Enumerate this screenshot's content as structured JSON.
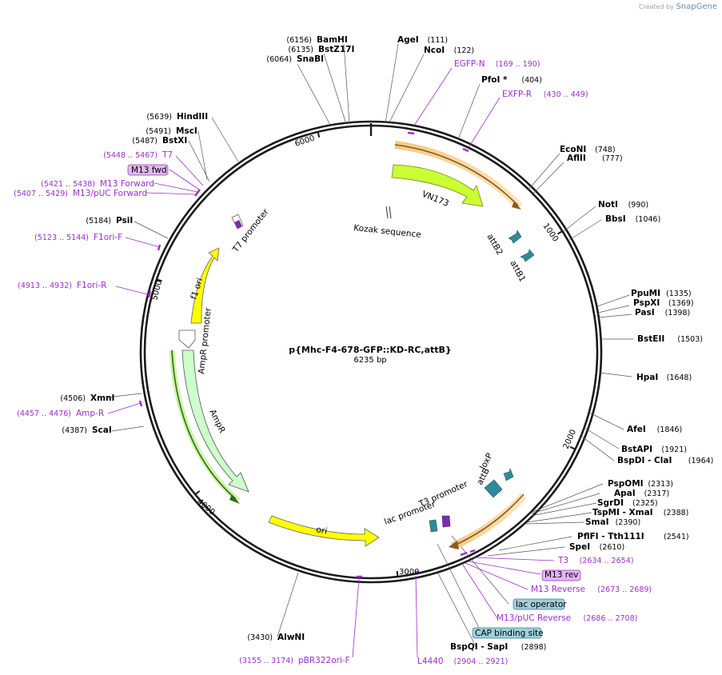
{
  "brand": {
    "created_by": "Created by",
    "app": "SnapGene"
  },
  "plasmid": {
    "name": "p{Mhc-F4-678-GFP::KD-RC,attB}",
    "length": "6235 bp"
  },
  "ticks": [
    "1000",
    "2000",
    "3000",
    "4000",
    "5000",
    "6000"
  ],
  "enzymes": [
    {
      "name": "BamHI",
      "pos": "(6156)",
      "side": "L"
    },
    {
      "name": "BstZ17I",
      "pos": "(6135)",
      "side": "L"
    },
    {
      "name": "SnaBI",
      "pos": "(6064)",
      "side": "L"
    },
    {
      "name": "AgeI",
      "pos": "(111)",
      "side": "R"
    },
    {
      "name": "NcoI",
      "pos": "(122)",
      "side": "R"
    },
    {
      "name": "PfoI *",
      "pos": "(404)",
      "side": "R"
    },
    {
      "name": "EcoNI",
      "pos": "(748)",
      "side": "R"
    },
    {
      "name": "AflII",
      "pos": "(777)",
      "side": "R"
    },
    {
      "name": "NotI",
      "pos": "(990)",
      "side": "R"
    },
    {
      "name": "BbsI",
      "pos": "(1046)",
      "side": "R"
    },
    {
      "name": "PpuMI",
      "pos": "(1335)",
      "side": "R"
    },
    {
      "name": "PspXI",
      "pos": "(1369)",
      "side": "R"
    },
    {
      "name": "PasI",
      "pos": "(1398)",
      "side": "R"
    },
    {
      "name": "BstEII",
      "pos": "(1503)",
      "side": "R"
    },
    {
      "name": "HpaI",
      "pos": "(1648)",
      "side": "R"
    },
    {
      "name": "AfeI",
      "pos": "(1846)",
      "side": "R"
    },
    {
      "name": "BstAPI",
      "pos": "(1921)",
      "side": "R"
    },
    {
      "name": "BspDI - ClaI",
      "pos": "(1964)",
      "side": "R"
    },
    {
      "name": "PspOMI",
      "pos": "(2313)",
      "side": "R"
    },
    {
      "name": "ApaI",
      "pos": "(2317)",
      "side": "R"
    },
    {
      "name": "SgrDI",
      "pos": "(2325)",
      "side": "R"
    },
    {
      "name": "TspMI - XmaI",
      "pos": "(2388)",
      "side": "R"
    },
    {
      "name": "SmaI",
      "pos": "(2390)",
      "side": "R"
    },
    {
      "name": "PflFI - Tth111I",
      "pos": "(2541)",
      "side": "R"
    },
    {
      "name": "SpeI",
      "pos": "(2610)",
      "side": "R"
    },
    {
      "name": "BspQI - SapI",
      "pos": "(2898)",
      "side": "R"
    },
    {
      "name": "AlwNI",
      "pos": "(3430)",
      "side": "L"
    },
    {
      "name": "ScaI",
      "pos": "(4387)",
      "side": "L"
    },
    {
      "name": "XmnI",
      "pos": "(4506)",
      "side": "L"
    },
    {
      "name": "PsiI",
      "pos": "(5184)",
      "side": "L"
    },
    {
      "name": "BstXI",
      "pos": "(5487)",
      "side": "L"
    },
    {
      "name": "MscI",
      "pos": "(5491)",
      "side": "L"
    },
    {
      "name": "HindIII",
      "pos": "(5639)",
      "side": "L"
    }
  ],
  "primers": [
    {
      "name": "EGFP-N",
      "pos": "(169 .. 190)",
      "side": "R"
    },
    {
      "name": "EXFP-R",
      "pos": "(430 .. 449)",
      "side": "R"
    },
    {
      "name": "T3",
      "pos": "(2634 .. 2654)",
      "side": "R"
    },
    {
      "name": "M13 rev",
      "pos": "",
      "side": "R",
      "boxed": true
    },
    {
      "name": "M13 Reverse",
      "pos": "(2673 .. 2689)",
      "side": "R"
    },
    {
      "name": "M13/pUC Reverse",
      "pos": "(2686 .. 2708)",
      "side": "R"
    },
    {
      "name": "L4440",
      "pos": "(2904 .. 2921)",
      "side": "R"
    },
    {
      "name": "pBR322ori-F",
      "pos": "(3155 .. 3174)",
      "side": "L"
    },
    {
      "name": "Amp-R",
      "pos": "(4457 .. 4476)",
      "side": "L"
    },
    {
      "name": "F1ori-R",
      "pos": "(4913 .. 4932)",
      "side": "L"
    },
    {
      "name": "F1ori-F",
      "pos": "(5123 .. 5144)",
      "side": "L"
    },
    {
      "name": "M13/pUC Forward",
      "pos": "(5407 .. 5429)",
      "side": "L"
    },
    {
      "name": "M13 Forward",
      "pos": "(5421 .. 5438)",
      "side": "L"
    },
    {
      "name": "M13 fwd",
      "pos": "",
      "side": "L",
      "boxed": true
    },
    {
      "name": "T7",
      "pos": "(5448 .. 5467)",
      "side": "L"
    }
  ],
  "boxed_features": [
    {
      "name": "lac operator"
    },
    {
      "name": "CAP binding site"
    }
  ],
  "features": {
    "vn173": "VN173",
    "kozak": "Kozak sequence",
    "attb2": "attB2",
    "attb1": "attB1",
    "loxp": "loxP",
    "attb": "attB",
    "t3_promoter": "T3 promoter",
    "lac_promoter": "lac promoter",
    "ori": "ori",
    "ampr": "AmpR",
    "ampr_promoter": "AmpR promoter",
    "f1_ori": "f1 ori",
    "t7_promoter": "T7 promoter"
  },
  "colors": {
    "backbone": "#1a1a1a",
    "primer": "#9b2fc9",
    "vn173": "#ccff33",
    "ori": "#ffff00",
    "ampr": "#ccffcc",
    "att": "#2f8a99",
    "highlight": "#f7c98a",
    "boxed": "#9ecfdb",
    "m13box": "#e1b8ef"
  }
}
